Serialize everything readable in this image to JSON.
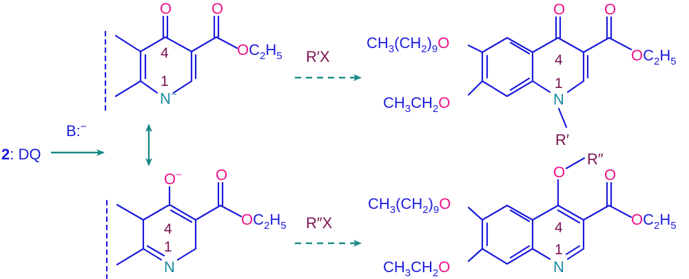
{
  "colors": {
    "bond": "#1a1adc",
    "oxygen": "#ee1188",
    "nitrogen": "#1a8aa0",
    "label": "#7a1050",
    "arrow": "#178a86",
    "text_blue": "#1a1adc"
  },
  "left": {
    "start_number": "2",
    "start_label": ": DQ",
    "base": "B:",
    "base_charge": "−"
  },
  "top_anion": {
    "o": "O",
    "ester_o1": "O",
    "ester_o2": "O",
    "ester_group": "C",
    "ester_sub1": "2",
    "ester_h": "H",
    "ester_sub2": "5",
    "n": "N",
    "charge": "−",
    "pos4": "4",
    "pos1": "1"
  },
  "bottom_anion": {
    "o": "O",
    "charge": "−",
    "ester_o1": "O",
    "ester_o2": "O",
    "ester_group": "C",
    "ester_sub1": "2",
    "ester_h": "H",
    "ester_sub2": "5",
    "n": "N",
    "pos4": "4",
    "pos1": "1"
  },
  "reagents": {
    "top": "R′X",
    "bottom": "R″X"
  },
  "product_top": {
    "decyl_a": "CH",
    "decyl_sub1": "3",
    "decyl_b": "(CH",
    "decyl_sub2": "2",
    "decyl_c": ")",
    "decyl_sub3": "9",
    "ethyl_a": "CH",
    "ethyl_sub1": "3",
    "ethyl_b": "CH",
    "ethyl_sub2": "2",
    "o_decyl": "O",
    "o_ethyl": "O",
    "o_keto": "O",
    "ester_o1": "O",
    "ester_o2": "O",
    "ester_group": "C",
    "ester_sub1": "2",
    "ester_h": "H",
    "ester_sub2": "5",
    "n": "N",
    "r": "R′",
    "pos4": "4",
    "pos1": "1"
  },
  "product_bottom": {
    "decyl_a": "CH",
    "decyl_sub1": "3",
    "decyl_b": "(CH",
    "decyl_sub2": "2",
    "decyl_c": ")",
    "decyl_sub3": "9",
    "ethyl_a": "CH",
    "ethyl_sub1": "3",
    "ethyl_b": "CH",
    "ethyl_sub2": "2",
    "o_decyl": "O",
    "o_ethyl": "O",
    "o_ether": "O",
    "r": "R″",
    "ester_o1": "O",
    "ester_o2": "O",
    "ester_group": "C",
    "ester_sub1": "2",
    "ester_h": "H",
    "ester_sub2": "5",
    "n": "N",
    "pos4": "4",
    "pos1": "1"
  }
}
